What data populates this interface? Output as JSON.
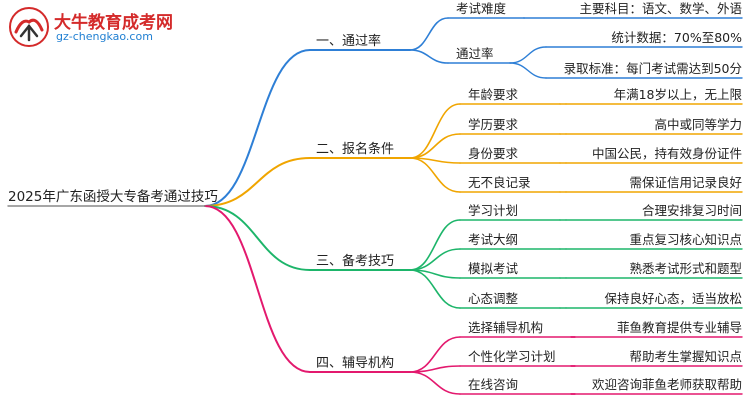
{
  "brand": {
    "title": "大牛教育成考网",
    "url": "gz-chengkao.com"
  },
  "root": "2025年广东函授大专备考通过技巧",
  "branches": [
    {
      "label": "一、通过率",
      "color": "#2e7fd6",
      "children": [
        {
          "label": "考试难度",
          "leaves": [
            "主要科目：语文、数学、外语"
          ]
        },
        {
          "label": "通过率",
          "leaves": [
            "统计数据：70%至80%",
            "录取标准：每门考试需达到50分"
          ]
        }
      ]
    },
    {
      "label": "二、报名条件",
      "color": "#f0a500",
      "children": [
        {
          "label": "年龄要求",
          "leaves": [
            "年满18岁以上，无上限"
          ]
        },
        {
          "label": "学历要求",
          "leaves": [
            "高中或同等学力"
          ]
        },
        {
          "label": "身份要求",
          "leaves": [
            "中国公民，持有效身份证件"
          ]
        },
        {
          "label": "无不良记录",
          "leaves": [
            "需保证信用记录良好"
          ]
        }
      ]
    },
    {
      "label": "三、备考技巧",
      "color": "#1db56a",
      "children": [
        {
          "label": "学习计划",
          "leaves": [
            "合理安排复习时间"
          ]
        },
        {
          "label": "考试大纲",
          "leaves": [
            "重点复习核心知识点"
          ]
        },
        {
          "label": "模拟考试",
          "leaves": [
            "熟悉考试形式和题型"
          ]
        },
        {
          "label": "心态调整",
          "leaves": [
            "保持良好心态，适当放松"
          ]
        }
      ]
    },
    {
      "label": "四、辅导机构",
      "color": "#e3196e",
      "children": [
        {
          "label": "选择辅导机构",
          "leaves": [
            "菲鱼教育提供专业辅导"
          ]
        },
        {
          "label": "个性化学习计划",
          "leaves": [
            "帮助考生掌握知识点"
          ]
        },
        {
          "label": "在线咨询",
          "leaves": [
            "欢迎咨询菲鱼老师获取帮助"
          ]
        }
      ]
    }
  ]
}
